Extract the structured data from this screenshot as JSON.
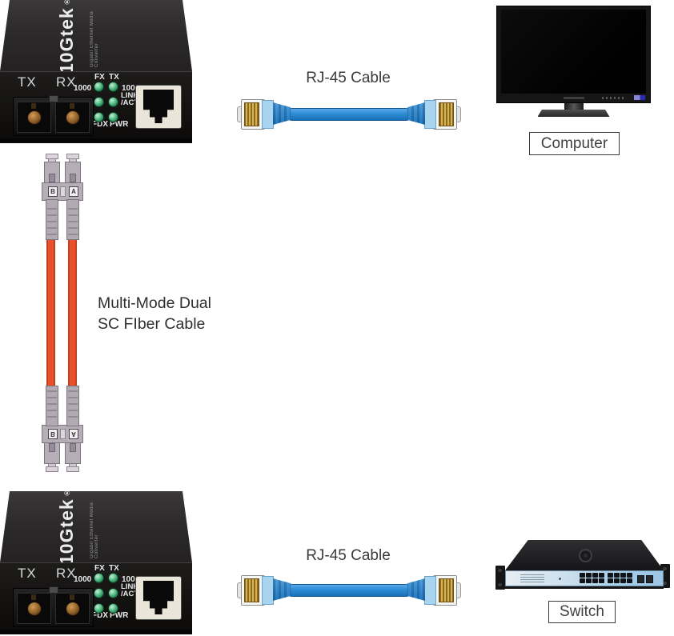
{
  "converter": {
    "brand": "10Gtek",
    "reg_mark": "®",
    "subtitle": "Gigabit Ethernet Media Converter",
    "port_tx": "TX",
    "port_rx": "RX",
    "led_speed_fiber": "1000",
    "led_speed_copper": "100",
    "led_col_fx": "FX",
    "led_col_tx": "TX",
    "led_link": "LINK",
    "led_act": "/ACT",
    "led_fdx": "FDX",
    "led_pwr": "PWR"
  },
  "rj45": {
    "top_label": "RJ-45 Cable",
    "bottom_label": "RJ-45 Cable",
    "cable_color": "#2a8fd8",
    "boot_color": "#a9d4ef",
    "pin_gold_color": "#c9a53a"
  },
  "fiber": {
    "caption_line1": "Multi-Mode Dual",
    "caption_line2": "SC FIber Cable",
    "top_connector": {
      "left_tag": "B",
      "right_tag": "A"
    },
    "bottom_connector": {
      "left_tag": "B",
      "right_tag": "A"
    },
    "cable_color": "#e8512b",
    "connector_color": "#b6aeb6"
  },
  "computer": {
    "label": "Computer"
  },
  "switch": {
    "label": "Switch"
  },
  "colors": {
    "led_green": "#3faa6a",
    "text_dark": "#3a3a3a"
  }
}
